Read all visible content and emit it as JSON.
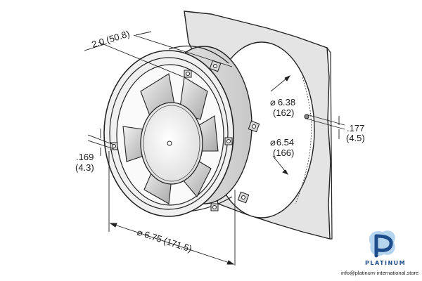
{
  "diagram": {
    "subject": "Axial fan with mounting panel cutout",
    "dimensions": {
      "depth": "2.0 (50.8)",
      "cutout_inner_dia": "6.38",
      "cutout_inner_dia_mm": "(162)",
      "cutout_outer_dia": "6.54",
      "cutout_outer_dia_mm": "(166)",
      "panel_hole": ".177",
      "panel_hole_mm": "(4.5)",
      "mount_hole": ".169",
      "mount_hole_mm": "(4.3)",
      "overall_dia": "6.75 (171.5)"
    },
    "diameter_symbol": "⌀"
  },
  "watermark": {
    "brand": "PLATINUM",
    "email": "info@platinum-international.store",
    "colors": {
      "primary": "#1f4d8c",
      "secondary": "#5aa0d8"
    }
  }
}
